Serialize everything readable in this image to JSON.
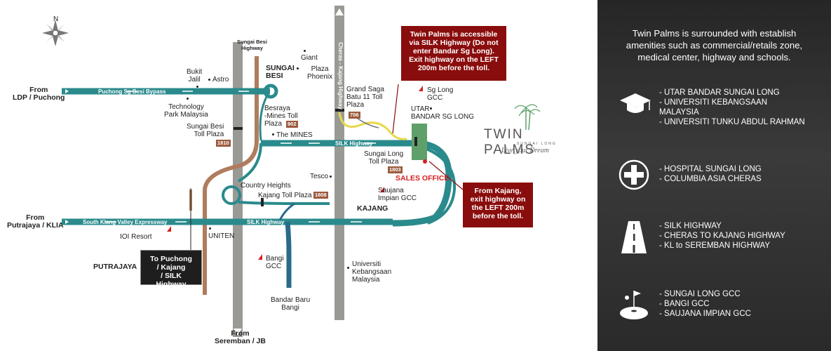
{
  "compass": {
    "north": "N"
  },
  "roads": {
    "puchong_bypass": "Puchong Sg Besi Bypass",
    "silk_highway": "SILK Highway",
    "silk_highway_lower": "SILK Highway",
    "skvh": "South Klang Valley Expressway",
    "sungai_besi_highway": "Sungai Besi\nHighway",
    "cheras_kajang": "Cheras - Kajang Highway"
  },
  "origins": {
    "ldp": "From\nLDP / Puchong",
    "putrajaya": "From\nPutrajaya / KLIA",
    "seremban": "From\nSeremban / JB"
  },
  "places": {
    "bukit_jalil": "Bukit\nJalil",
    "astro": "Astro",
    "sungai_besi": "SUNGAI\nBESI",
    "giant": "Giant",
    "plaza_phoenix": "Plaza\nPhoenix",
    "technology_park": "Technology\nPark Malaysia",
    "besraya": "Besraya\n-Mines Toll\nPlaza",
    "the_mines": "The MINES",
    "sungai_besi_toll": "Sungai Besi\nToll Plaza",
    "grand_saga": "Grand Saga\nBatu 11 Toll\nPlaza",
    "sg_long_gcc": "Sg Long\nGCC",
    "utar": "UTAR\nBANDAR SG LONG",
    "sungai_long_toll": "Sungai Long\nToll Plaza",
    "sales_office": "SALES OFFICE",
    "tesco": "Tesco",
    "country_heights": "Country Heights",
    "kajang_toll": "Kajang Toll Plaza",
    "saujana": "Saujana\nImpian GCC",
    "kajang": "KAJANG",
    "ioi_resort": "IOI Resort",
    "uniten": "UNITEN",
    "putrajaya": "PUTRAJAYA",
    "bangi_gcc": "Bangi\nGCC",
    "ukm": "Universiti\nKebangsaan\nMalaysia",
    "bandar_baru_bangi": "Bandar Baru\nBangi"
  },
  "tolls": {
    "t902": "902",
    "t1810": "1810",
    "t706": "706",
    "t1803": "1803",
    "t1808": "1808"
  },
  "callouts": {
    "silk_access": "Twin Palms is accessible\nvia SILK Highway (Do not\nenter  Bandar Sg Long).\nExit highway on the LEFT\n200m before the toll.",
    "from_kajang": "From Kajang,\nexit highway on\nthe LEFT 200m\nbefore the toll.",
    "to_puchong": "To Puchong\n/ Kajang\n/ SILK Highway"
  },
  "logo": {
    "name_left": "TWIN",
    "name_right": "PALMS",
    "sub": "SUNGAI LONG",
    "tagline": "Live your Dream"
  },
  "panel": {
    "intro": "Twin Palms is surrounded with establish amenities such as commercial/retails zone, medical center, highway and schools.",
    "groups": [
      {
        "icon": "graduation-cap-icon",
        "items": [
          "- UTAR BANDAR SUNGAI LONG",
          "- UNIVERSITI KEBANGSAAN\n   MALAYSIA",
          "- UNIVERSITI TUNKU ABDUL RAHMAN"
        ]
      },
      {
        "icon": "medical-cross-icon",
        "items": [
          "- HOSPITAL SUNGAI LONG",
          "- COLUMBIA ASIA CHERAS"
        ]
      },
      {
        "icon": "highway-icon",
        "items": [
          "- SILK HIGHWAY",
          "- CHERAS TO KAJANG HIGHWAY",
          "- KL to SEREMBAN HIGHWAY"
        ]
      },
      {
        "icon": "golf-icon",
        "items": [
          "- SUNGAI LONG GCC",
          "- BANGI GCC",
          "- SAUJANA IMPIAN GCC"
        ]
      }
    ]
  },
  "colors": {
    "teal_road": "#2a8a8c",
    "brown_road": "#b07c5e",
    "grey_road": "#9a9a94",
    "callout_red": "#8a0d0d",
    "property_green": "#5fa06a"
  }
}
